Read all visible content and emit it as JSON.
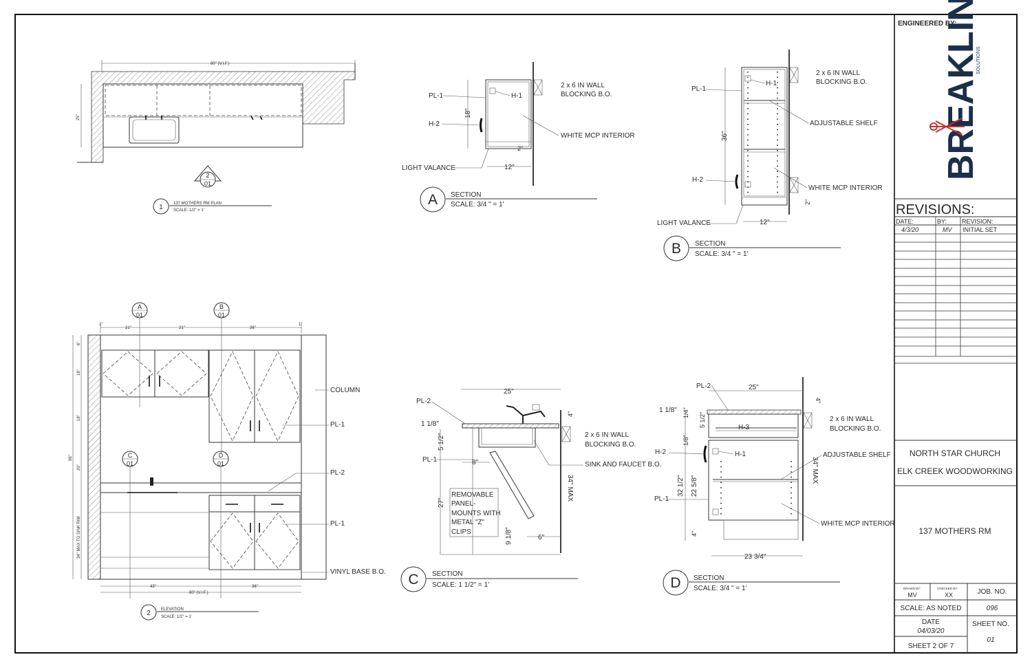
{
  "plan": {
    "dim_width": "80\" (V.I.F.)",
    "dim_depth": "25\"",
    "view_ref_num": "2",
    "view_ref_sheet": "01",
    "title_num": "1",
    "title": "137 MOTHERS RM PLAN",
    "scale": "SCALE: 1/2\" = 1'"
  },
  "section_a": {
    "letter": "A",
    "title": "SECTION",
    "scale": "SCALE: 3/4 \" = 1'",
    "labels": {
      "pl1": "PL-1",
      "h2": "H-2",
      "h1": "H-1",
      "blocking_1": "2 x 6 IN WALL",
      "blocking_2": "BLOCKING B.O.",
      "white_mcp": "WHITE MCP INTERIOR",
      "light_valance": "LIGHT VALANCE"
    },
    "dims": {
      "height": "18\"",
      "depth": "12\"",
      "valance": "2\""
    }
  },
  "section_b": {
    "letter": "B",
    "title": "SECTION",
    "scale": "SCALE: 3/4 \" = 1'",
    "labels": {
      "pl1": "PL-1",
      "h1": "H-1",
      "h2": "H-2",
      "blocking_1": "2 x 6 IN WALL",
      "blocking_2": "BLOCKING B.O.",
      "adjustable_shelf": "ADJUSTABLE SHELF",
      "white_mcp": "WHITE MCP INTERIOR",
      "light_valance": "LIGHT VALANCE"
    },
    "dims": {
      "height": "36\"",
      "depth": "12\"",
      "valance": "2\""
    }
  },
  "elevation": {
    "title_num": "2",
    "title": "ELEVATION",
    "scale": "SCALE: 1/2\" = 1'",
    "callouts": [
      {
        "letter": "A",
        "sheet": "01"
      },
      {
        "letter": "B",
        "sheet": "01"
      },
      {
        "letter": "C",
        "sheet": "01"
      },
      {
        "letter": "D",
        "sheet": "01"
      }
    ],
    "top_dims": [
      "1\"",
      "21\"",
      "21\"",
      "36\"",
      "1\""
    ],
    "bottom_dims": {
      "left": "43\"",
      "overall": "80\" (V.I.F.)",
      "right": "36\""
    },
    "left_dims": [
      "6\"",
      "18\"",
      "18\"",
      "20\"",
      "34\" MAX TO SINK RIM"
    ],
    "overall_height": "96\"",
    "labels": {
      "column": "COLUMN",
      "pl1_upper": "PL-1",
      "pl2": "PL-2",
      "pl1_lower": "PL-1",
      "vinyl_base": "VINYL BASE B.O."
    }
  },
  "section_c": {
    "letter": "C",
    "title": "SECTION",
    "scale": "SCALE: 1 1/2\" = 1'",
    "labels": {
      "pl2": "PL-2",
      "pl1": "PL-1",
      "blocking_1": "2 x 6 IN WALL",
      "blocking_2": "BLOCKING B.O.",
      "sink_faucet": "SINK AND FAUCET B.O.",
      "note_1": "REMOVABLE",
      "note_2": "PANEL-",
      "note_3": "MOUNTS WITH",
      "note_4": "METAL \"Z\"",
      "note_5": "CLIPS"
    },
    "dims": {
      "depth": "25\"",
      "top": "1 1/8\"",
      "rise": "5 1/2\"",
      "inset": "8\"",
      "height": "27\"",
      "max": "34\" MAX",
      "panel": "9 1/8\"",
      "toe": "6\"",
      "splash": "4\""
    }
  },
  "section_d": {
    "letter": "D",
    "title": "SECTION",
    "scale": "SCALE: 3/4 \" = 1'",
    "labels": {
      "pl2": "PL-2",
      "h3": "H-3",
      "h2": "H-2",
      "h1": "H-1",
      "pl1": "PL-1",
      "blocking_1": "2 x 6 IN WALL",
      "blocking_2": "BLOCKING B.O.",
      "adjustable_shelf": "ADJUSTABLE SHELF",
      "white_mcp": "WHITE MCP INTERIOR"
    },
    "dims": {
      "depth": "25\"",
      "top": "1 1/8\"",
      "quarter": "1/4\"",
      "drawer": "5 1/2\"",
      "eighth": "1/8\"",
      "total": "32 1/2\"",
      "door": "22 5/8\"",
      "toe": "4\"",
      "max": "34\" MAX",
      "base_depth": "23 3/4\"",
      "splash": "4\""
    }
  },
  "title_block": {
    "engineered_by": "ENGINEERED BY:",
    "logo_text": "BREAKLINE",
    "logo_sub": "SOLUTIONS",
    "revisions_title": "REVISIONS:",
    "rev_headers": [
      "DATE:",
      "BY:",
      "REVISION:"
    ],
    "rev_rows": [
      {
        "date": "4/3/20",
        "by": "MV",
        "revision": "INITIAL SET"
      }
    ],
    "client": "NORTH STAR CHURCH",
    "company": "ELK CREEK WOODWORKING",
    "room": "137 MOTHERS RM",
    "drawn_by_label": "DRAWN BY:",
    "drawn_by": "MV",
    "checked_by_label": "CHECKED BY:",
    "checked_by": "XX",
    "job_no_label": "JOB. NO.",
    "job_no": "096",
    "scale": "SCALE: AS NOTED",
    "date_label": "DATE",
    "date": "04/03/20",
    "sheet_no_label": "SHEET NO.",
    "sheet_no": "01",
    "sheet_of": "SHEET 2 OF 7"
  },
  "colors": {
    "logo_navy": "#1c2e4a",
    "logo_red": "#c8322d",
    "line": "#333333"
  }
}
